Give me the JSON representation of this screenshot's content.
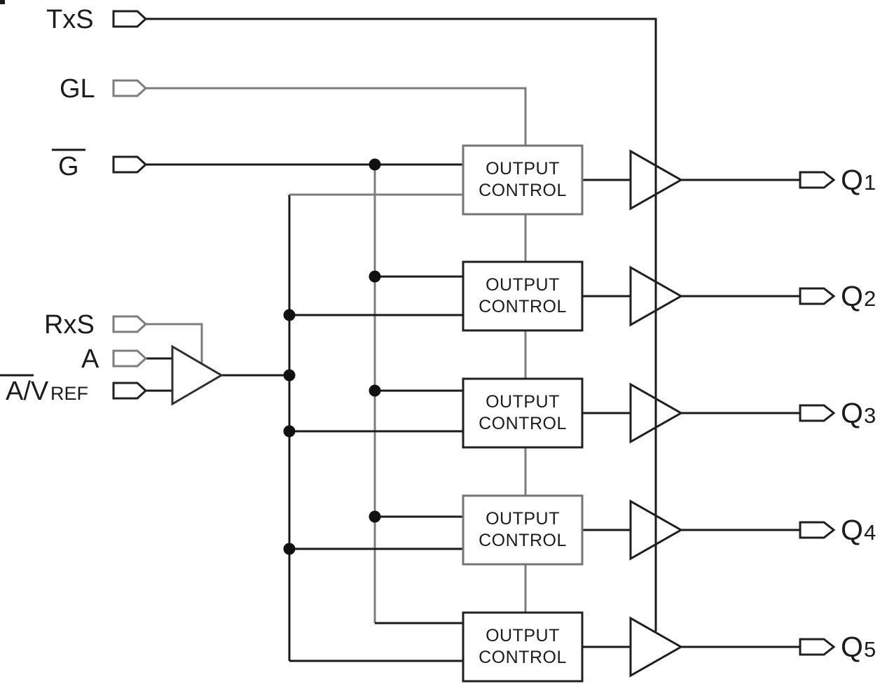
{
  "figure": {
    "type": "logic-block-diagram",
    "inputs": [
      {
        "id": "txs",
        "label": "TxS"
      },
      {
        "id": "gl",
        "label": "GL"
      },
      {
        "id": "g",
        "label": "G",
        "overline": true
      },
      {
        "id": "rxs",
        "label": "RxS"
      },
      {
        "id": "a",
        "label": "A"
      },
      {
        "id": "a_vref",
        "label": "A/V",
        "sub": "REF",
        "overline": "A"
      }
    ],
    "control_blocks": [
      {
        "line1": "OUTPUT",
        "line2": "CONTROL"
      },
      {
        "line1": "OUTPUT",
        "line2": "CONTROL"
      },
      {
        "line1": "OUTPUT",
        "line2": "CONTROL"
      },
      {
        "line1": "OUTPUT",
        "line2": "CONTROL"
      },
      {
        "line1": "OUTPUT",
        "line2": "CONTROL"
      }
    ],
    "outputs": [
      {
        "label": "Q",
        "sub": "1"
      },
      {
        "label": "Q",
        "sub": "2"
      },
      {
        "label": "Q",
        "sub": "3"
      },
      {
        "label": "Q",
        "sub": "4"
      },
      {
        "label": "Q",
        "sub": "5"
      }
    ],
    "colors": {
      "background": "#ffffff",
      "wire_black": "#1a1a1a",
      "wire_gray": "#7d7d7d",
      "box_border_dark": "#1f1f1f",
      "box_border_gray": "#757575",
      "junction_dot": "#111111",
      "text": "#1c1c1c"
    }
  }
}
